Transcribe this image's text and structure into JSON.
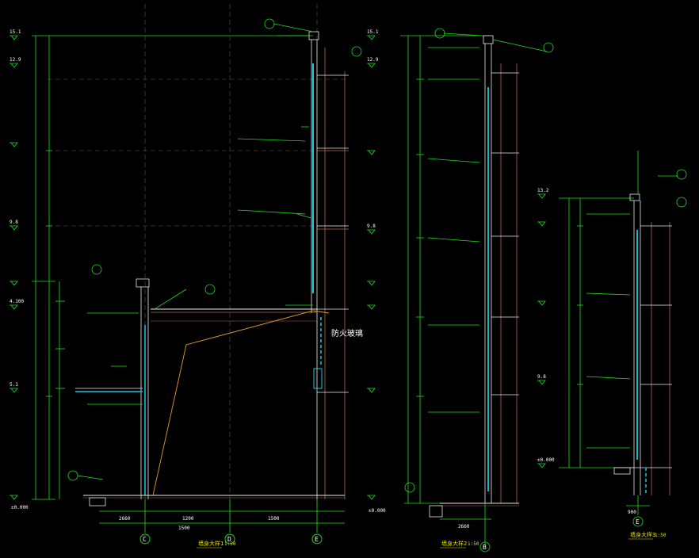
{
  "colors": {
    "background": "#000000",
    "dimension": "#22dd22",
    "grid": "#6a6a6a",
    "wall": "#e8e8e8",
    "glass": "#17c9e0",
    "slab": "#b06a55",
    "leader": "#e09a2a",
    "label_magenta": "#e040e0",
    "label_yellow": "#e6e000",
    "label_white": "#ffffff"
  },
  "section1": {
    "caption": "墙身大样1",
    "scale": "1:50",
    "axis_labels": [
      "C",
      "D",
      "E"
    ],
    "fire_note": "防火玻璃",
    "bottom_dims": [
      "2660",
      "1200",
      "1500",
      "1500"
    ],
    "levels": [
      "15.1",
      "12.9",
      "9.8",
      "5.1",
      "4.100",
      "±0.000"
    ]
  },
  "section2": {
    "caption": "墙身大样2",
    "scale": "1:50",
    "axis_label": "B",
    "bottom_dims": [
      "2660"
    ],
    "levels": [
      "15.1",
      "12.9",
      "9.8",
      "±0.000"
    ]
  },
  "section3": {
    "caption": "墙身大样3",
    "scale": "1:50",
    "axis_label": "E",
    "bottom_dims": [
      "900"
    ],
    "levels": [
      "13.2",
      "9.8",
      "±0.000"
    ]
  }
}
